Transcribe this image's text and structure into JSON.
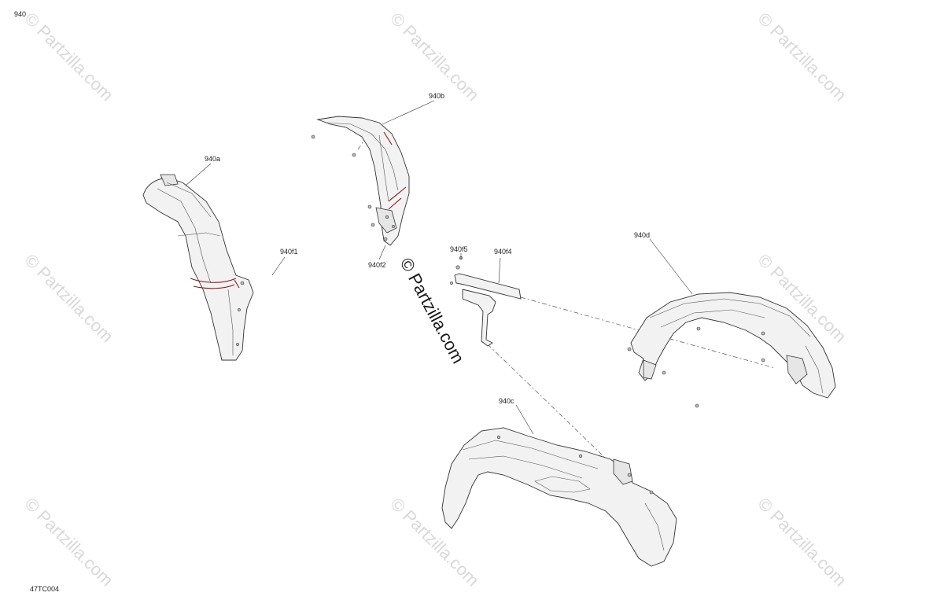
{
  "diagram": {
    "page_id": "940",
    "footer_code": "47TC004",
    "watermark_corner": "© Partzilla.com",
    "watermark_center": "© Partzilla.com",
    "labels": {
      "p940a": "940a",
      "p940b": "940b",
      "p940c": "940c",
      "p940d": "940d",
      "p940f1": "940f1",
      "p940f2": "940f2",
      "p940f4": "940f4",
      "p940f5": "940f5"
    }
  }
}
